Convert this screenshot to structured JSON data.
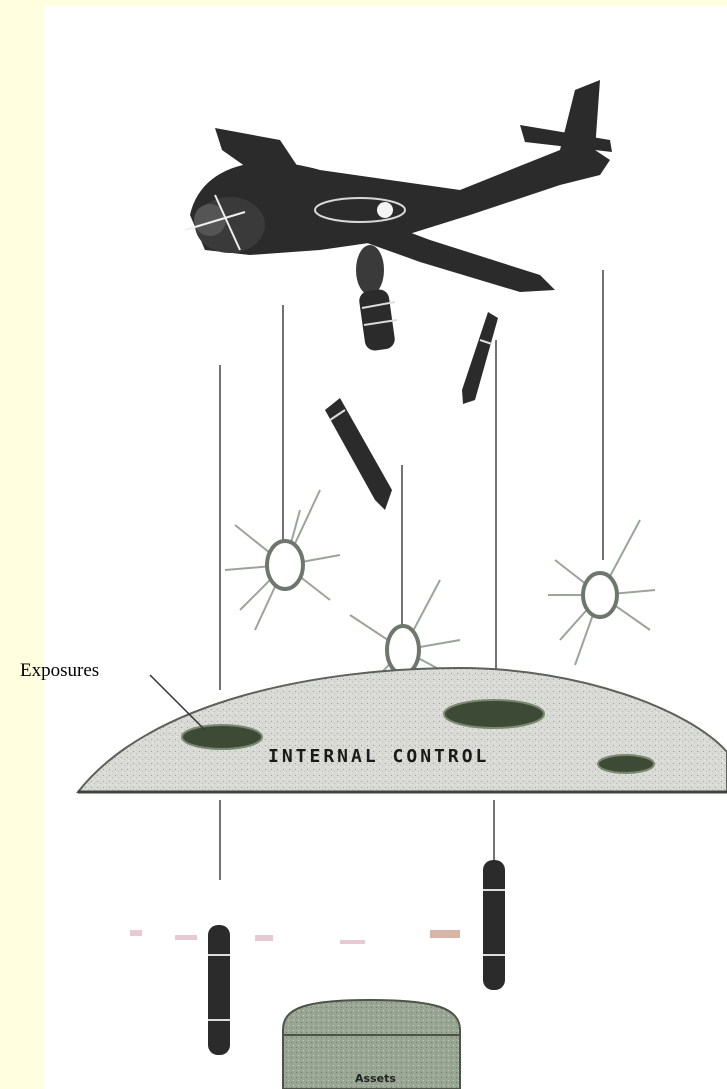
{
  "labels": {
    "exposures": "Exposures",
    "dome": "INTERNAL CONTROL",
    "chest": "Assets"
  },
  "colors": {
    "background": "#ffffff",
    "left_strip": "#ffffe0",
    "plane": "#2b2b2b",
    "dome": "#d7d8d3",
    "chest": "#8c9a85"
  },
  "icons": [
    "bomber-plane-icon",
    "bomb-icon",
    "burst-icon",
    "treasure-chest-icon"
  ]
}
